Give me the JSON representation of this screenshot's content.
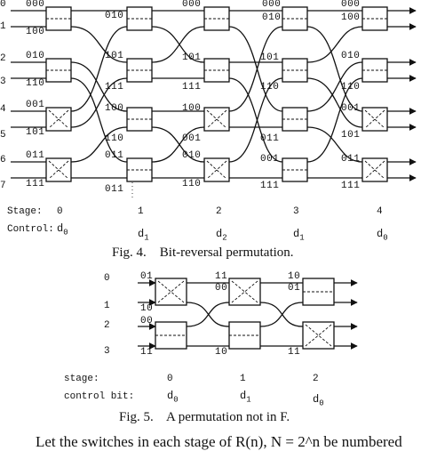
{
  "fig4": {
    "row_labels": [
      "0",
      "1",
      "2",
      "3",
      "4",
      "5",
      "6",
      "7"
    ],
    "stage0_labels": [
      "000",
      "100",
      "010",
      "110",
      "001",
      "101",
      "011",
      "111"
    ],
    "stage1_labels": [
      "010",
      "101",
      "111",
      "100",
      "110",
      "011",
      "011"
    ],
    "stage2_labels": [
      "000",
      "101",
      "111",
      "100",
      "001",
      "010",
      "110"
    ],
    "stage3_labels": [
      "000",
      "010",
      "101",
      "110",
      "011",
      "001",
      "111"
    ],
    "stage4_labels": [
      "000",
      "100",
      "010",
      "110",
      "001",
      "101",
      "011",
      "111"
    ],
    "stage_row_label": "Stage:",
    "control_row_label": "Control:",
    "stages": [
      "0",
      "1",
      "2",
      "3",
      "4"
    ],
    "controls": [
      {
        "d": "d",
        "sub": "0"
      },
      {
        "d": "d",
        "sub": "1"
      },
      {
        "d": "d",
        "sub": "2"
      },
      {
        "d": "d",
        "sub": "1"
      },
      {
        "d": "d",
        "sub": "0"
      }
    ],
    "caption_num": "Fig. 4.",
    "caption_text": "Bit-reversal permutation."
  },
  "fig5": {
    "row_labels": [
      "0",
      "1",
      "2",
      "3"
    ],
    "in_labels": [
      "01",
      "10",
      "00",
      "11"
    ],
    "mid1_labels": [
      "11",
      "00",
      "10"
    ],
    "mid2_labels": [
      "10",
      "01",
      "11"
    ],
    "stage_row_label": "stage:",
    "control_row_label": "control bit:",
    "stages": [
      "0",
      "1",
      "2"
    ],
    "controls": [
      {
        "d": "d",
        "sub": "0"
      },
      {
        "d": "d",
        "sub": "1"
      },
      {
        "d": "d",
        "sub": "0"
      }
    ],
    "caption_num": "Fig. 5.",
    "caption_text": "A permutation not in F."
  },
  "body_text": "Let the switches in each stage of R(n), N = 2^n be numbered"
}
